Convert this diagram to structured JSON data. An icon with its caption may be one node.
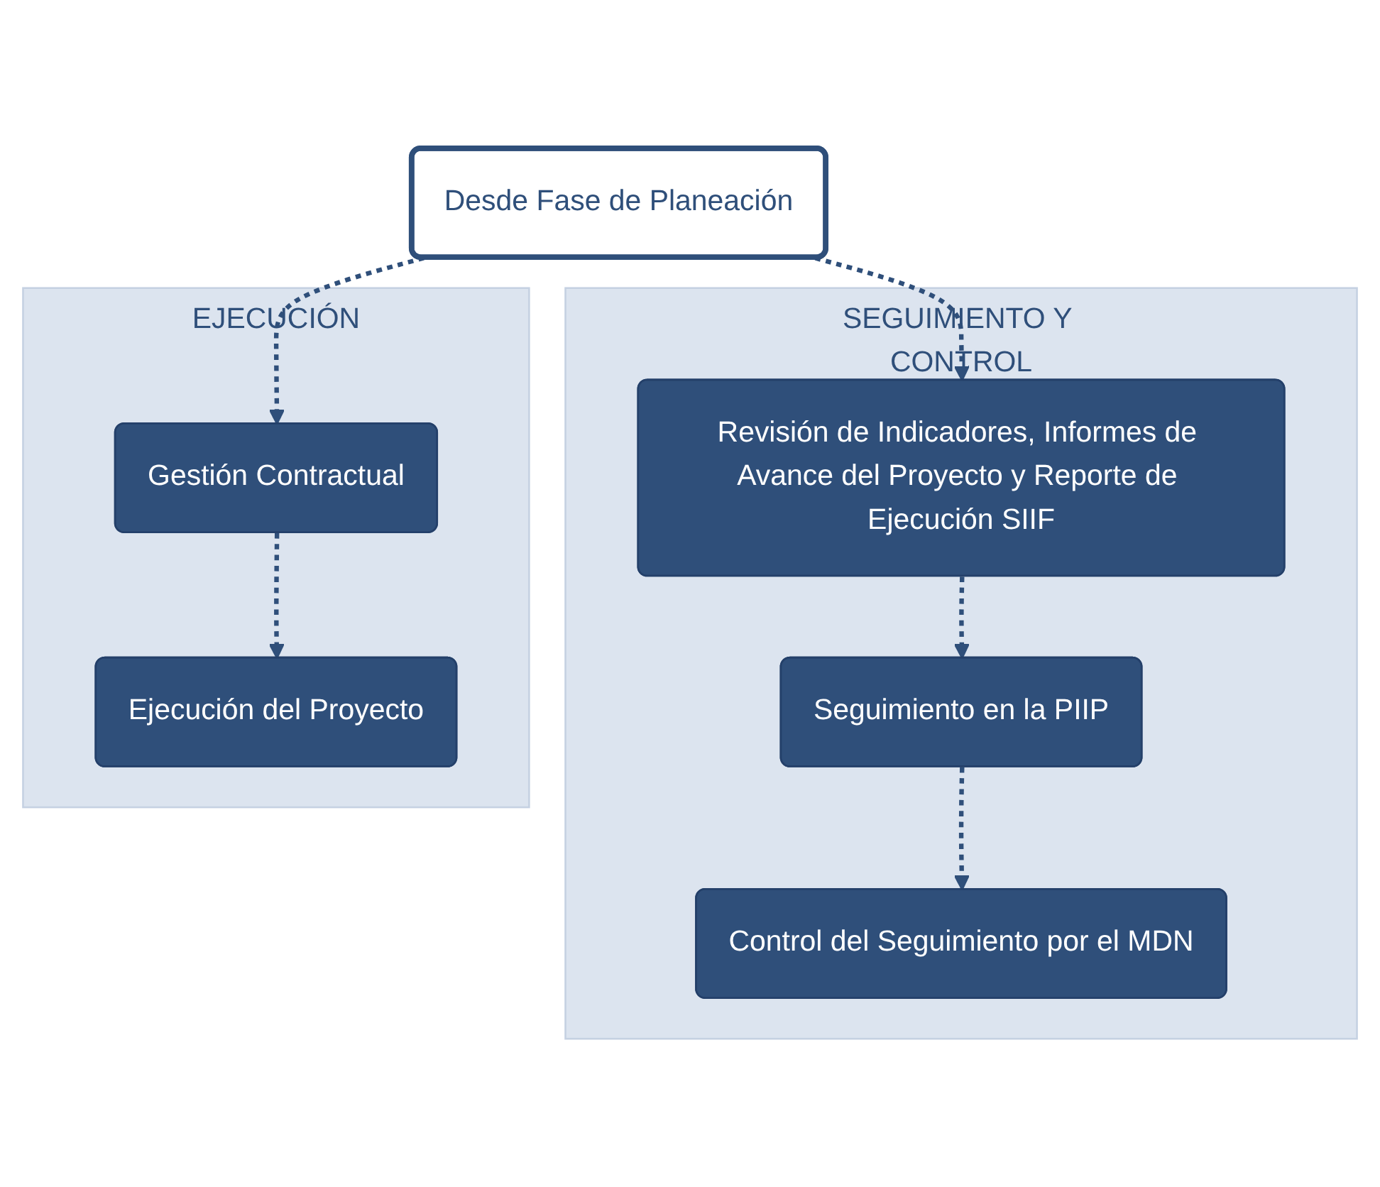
{
  "diagram": {
    "nodes": [
      {
        "text": [
          "Desde Fase de Planeación"
        ]
      },
      {
        "text": [
          "EJECUCIÓN"
        ]
      },
      {
        "text": [
          "Gestión Contractual"
        ],
        "in": 1
      },
      {
        "text": [
          "Ejecución del Proyecto"
        ],
        "in": 1
      },
      {
        "text": [
          "SEGUIMIENTO Y CONTROL"
        ]
      },
      {
        "text": [
          "Revisión de Indicadores, Informes de Avance del Proyecto y Reporte de Ejecución SIIF"
        ],
        "in": 4
      },
      {
        "text": [
          "Seguimiento en la PIIP"
        ],
        "in": 4
      },
      {
        "text": [
          "Control del Seguimiento por el MDN"
        ],
        "in": 4
      }
    ],
    "edges": [
      {
        "from": 0,
        "to": 2,
        "arrow": "to",
        "style": "dashed"
      },
      {
        "from": 0,
        "to": 5,
        "arrow": "to",
        "style": "dashed"
      },
      {
        "from": 2,
        "to": 3,
        "arrow": "to",
        "style": "dashed"
      },
      {
        "from": 5,
        "to": 6,
        "arrow": "to",
        "style": "dashed"
      },
      {
        "from": 6,
        "to": 7,
        "arrow": "to",
        "style": "dashed"
      }
    ]
  }
}
